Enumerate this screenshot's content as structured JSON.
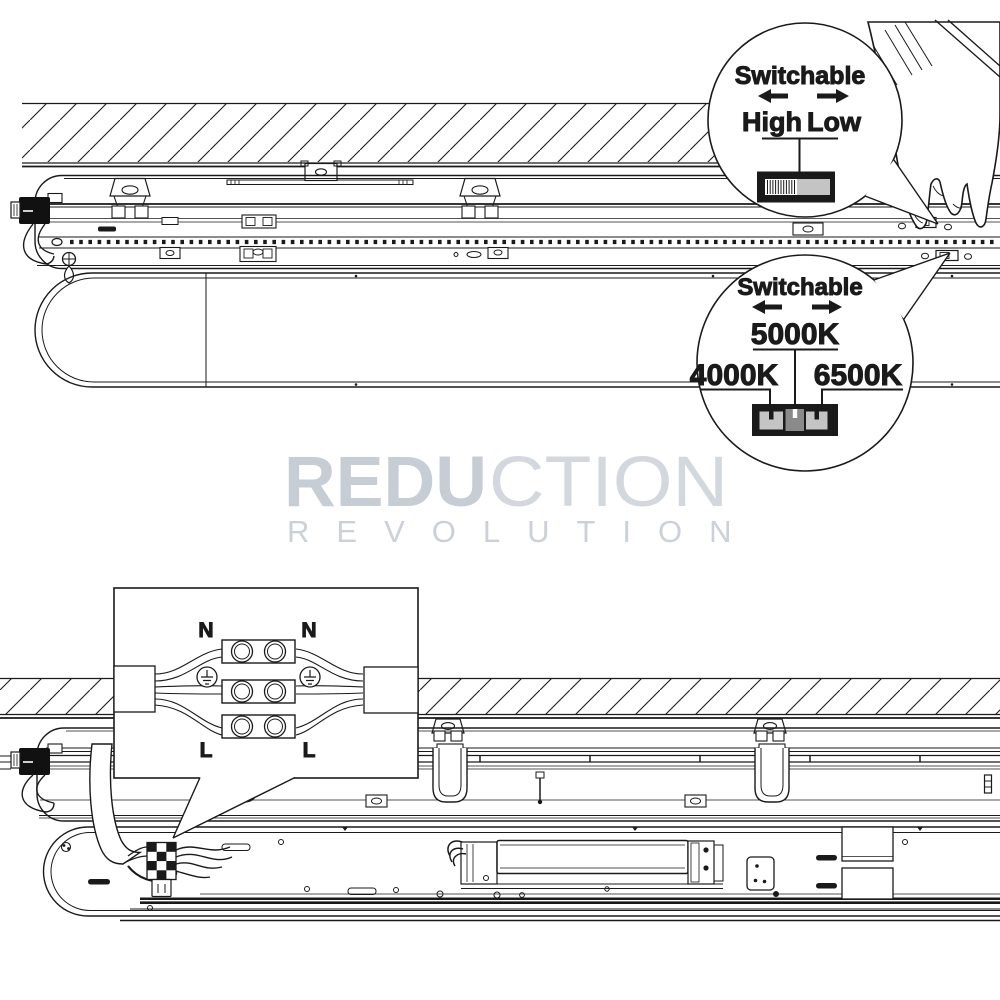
{
  "watermark": {
    "line1_bold": "REDU",
    "line1_light": "CTION",
    "line2": "REVOLUTION"
  },
  "callout_high_low": {
    "title": "Switchable",
    "left_option": "High",
    "right_option": "Low"
  },
  "callout_cct": {
    "title": "Switchable",
    "top_option": "5000K",
    "left_option": "4000K",
    "right_option": "6500K"
  },
  "wiring_diagram": {
    "neutral_left": "N",
    "neutral_right": "N",
    "live_left": "L",
    "live_right": "L"
  },
  "colors": {
    "ink": "#1a1a1a",
    "watermark_bold": "#c7cdd5",
    "watermark_light": "#d3d8de",
    "switch_light_gray": "#c4c4c4",
    "switch_dark_gray": "#8a8a8a"
  }
}
